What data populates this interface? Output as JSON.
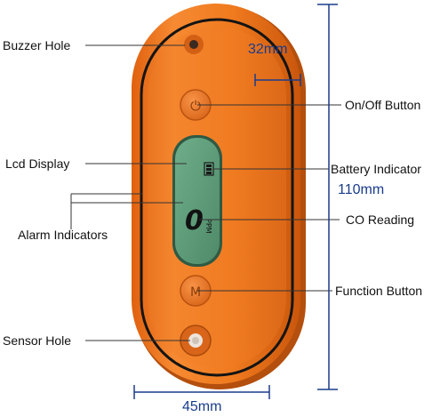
{
  "labels": {
    "buzzer_hole": "Buzzer Hole",
    "lcd_display": "Lcd Display",
    "alarm_indicators": "Alarm Indicators",
    "sensor_hole": "Sensor Hole",
    "on_off_button": "On/Off Button",
    "battery_indicator": "Battery Indicator",
    "co_reading": "CO Reading",
    "function_button": "Function Button"
  },
  "dimensions": {
    "width": "32mm",
    "height": "110mm",
    "length": "45mm"
  },
  "device": {
    "lcd_digit": "0",
    "lcd_unit": "PPM",
    "on_off_symbol": "⏻",
    "function_symbol": "M"
  },
  "colors": {
    "body": "#f07a1e",
    "body_edge": "#c9560c",
    "lcd": "#5d9a78",
    "dimension_line": "#1a3c8c"
  }
}
